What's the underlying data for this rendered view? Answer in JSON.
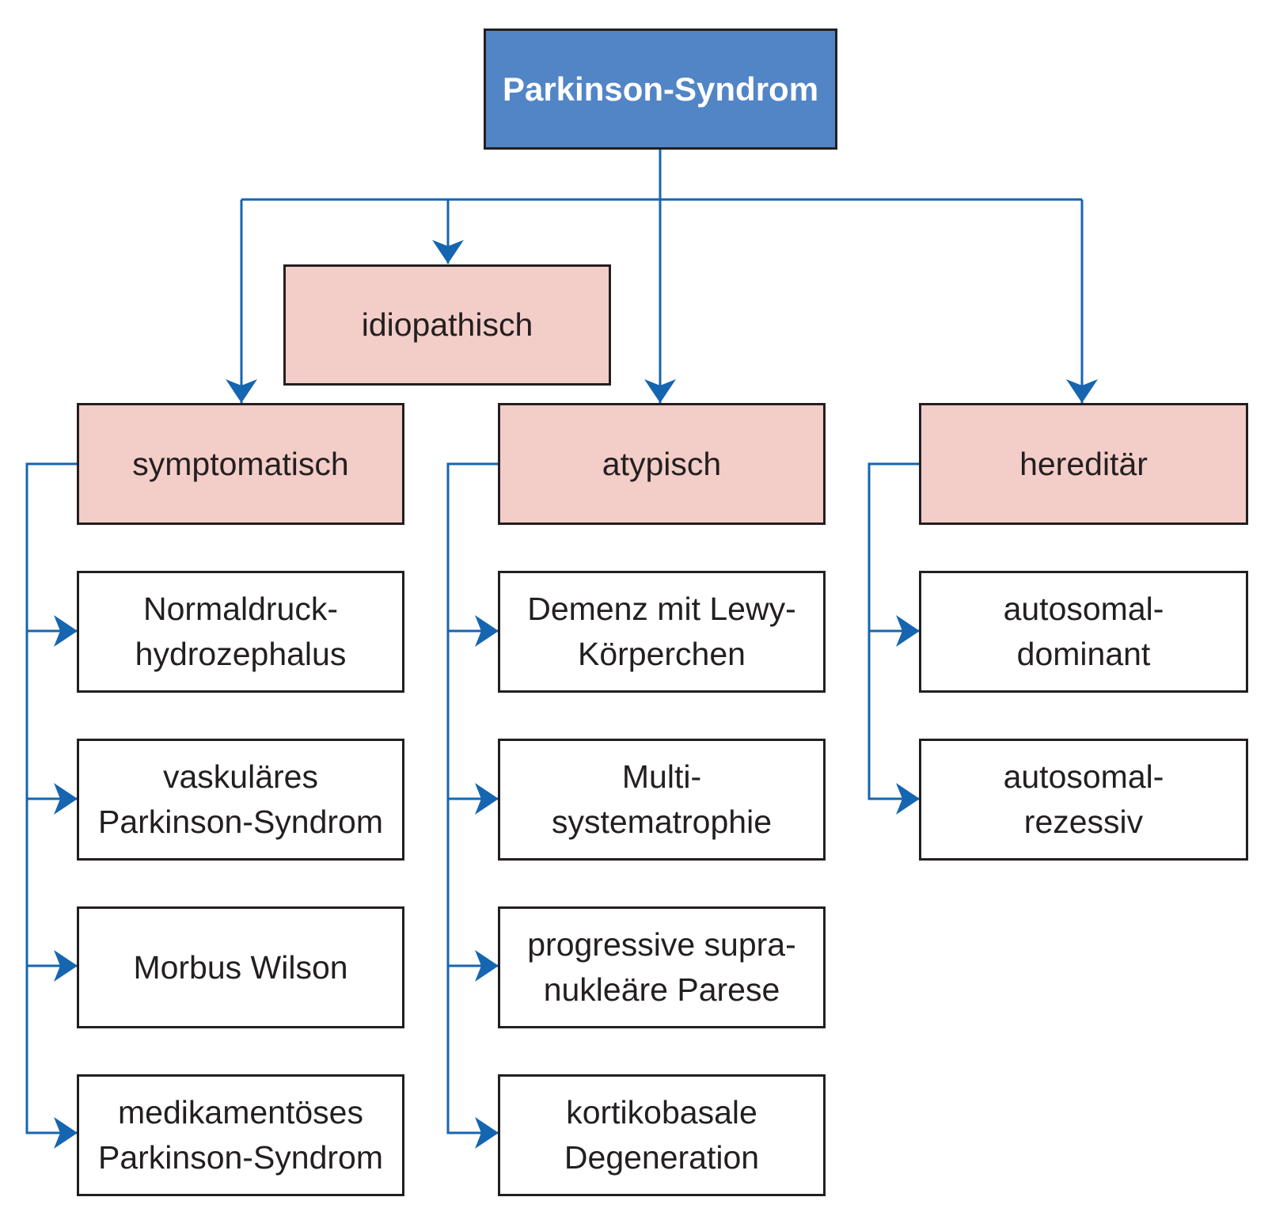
{
  "root": {
    "label": "Parkinson-Syndrom"
  },
  "colors": {
    "root_fill": "#5285c5",
    "category_fill": "#f3cdc7",
    "leaf_fill": "#ffffff",
    "connector": "#1565b0",
    "border": "#231f20"
  },
  "categories": [
    {
      "label": "idiopathisch",
      "children": []
    },
    {
      "label": "symptomatisch",
      "children": [
        {
          "label": "Normaldruck-\nhydrozephalus"
        },
        {
          "label": "vaskuläres\nParkinson-Syndrom"
        },
        {
          "label": "Morbus Wilson"
        },
        {
          "label": "medikamentöses\nParkinson-Syndrom"
        }
      ]
    },
    {
      "label": "atypisch",
      "children": [
        {
          "label": "Demenz mit Lewy-\nKörperchen"
        },
        {
          "label": "Multi-\nsystematrophie"
        },
        {
          "label": "progressive supra-\nnukleäre Parese"
        },
        {
          "label": "kortikobasale\nDegeneration"
        }
      ]
    },
    {
      "label": "hereditär",
      "children": [
        {
          "label": "autosomal-\ndominant"
        },
        {
          "label": "autosomal-\nrezessiv"
        }
      ]
    }
  ]
}
